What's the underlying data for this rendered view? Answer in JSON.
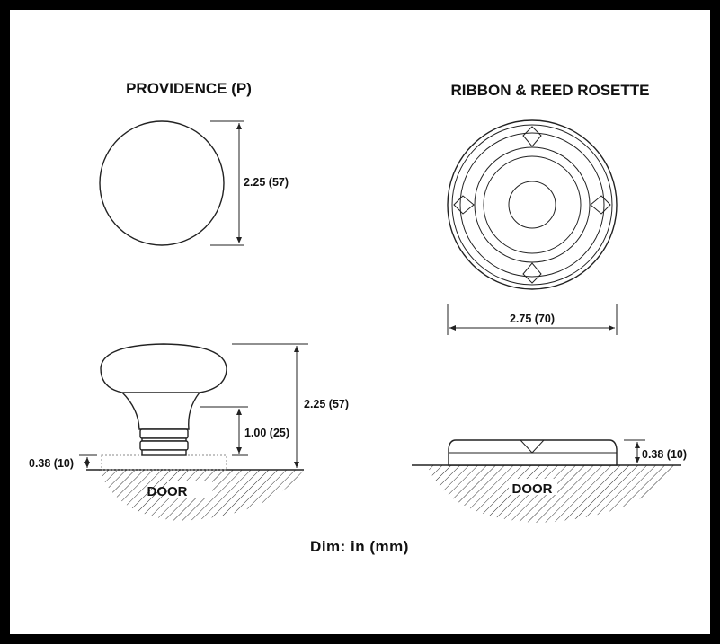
{
  "left_panel": {
    "title": "PROVIDENCE (P)",
    "diameter_label": "2.25 (57)",
    "projection_label": "2.25 (57)",
    "shank_label": "1.00 (25)",
    "rosette_thickness_label": "0.38 (10)",
    "surface_label": "DOOR"
  },
  "right_panel": {
    "title": "RIBBON & REED ROSETTE",
    "diameter_label": "2.75 (70)",
    "thickness_label": "0.38 (10)",
    "surface_label": "DOOR"
  },
  "footer": {
    "units_note": "Dim: in (mm)"
  }
}
